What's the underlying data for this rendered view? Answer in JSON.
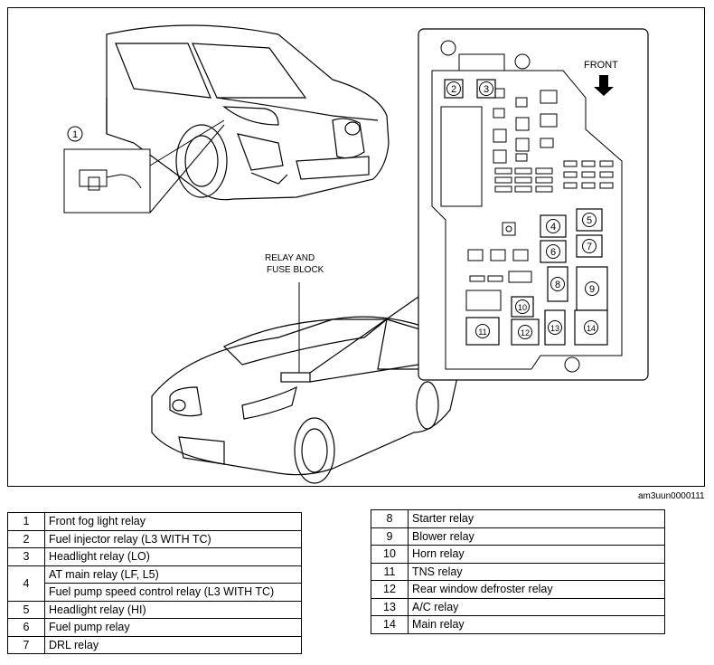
{
  "diagram": {
    "front_label": "FRONT",
    "block_label_line1": "RELAY AND",
    "block_label_line2": "FUSE BLOCK",
    "callout_1": "1",
    "relay_positions": [
      "2",
      "3",
      "4",
      "5",
      "6",
      "7",
      "8",
      "9",
      "10",
      "11",
      "12",
      "13",
      "14"
    ]
  },
  "image_code": "am3uun0000111",
  "legend_left": [
    {
      "num": "1",
      "label": "Front fog light relay"
    },
    {
      "num": "2",
      "label": "Fuel injector relay (L3 WITH TC)"
    },
    {
      "num": "3",
      "label": "Headlight relay (LO)"
    },
    {
      "num": "4",
      "label": "AT main relay (LF, L5)",
      "label2": "Fuel pump speed control relay (L3 WITH TC)"
    },
    {
      "num": "5",
      "label": "Headlight relay (HI)"
    },
    {
      "num": "6",
      "label": "Fuel pump relay"
    },
    {
      "num": "7",
      "label": "DRL relay"
    }
  ],
  "legend_right": [
    {
      "num": "8",
      "label": "Starter relay"
    },
    {
      "num": "9",
      "label": "Blower relay"
    },
    {
      "num": "10",
      "label": "Horn relay"
    },
    {
      "num": "11",
      "label": "TNS relay"
    },
    {
      "num": "12",
      "label": "Rear window defroster relay"
    },
    {
      "num": "13",
      "label": "A/C relay"
    },
    {
      "num": "14",
      "label": "Main relay"
    }
  ]
}
